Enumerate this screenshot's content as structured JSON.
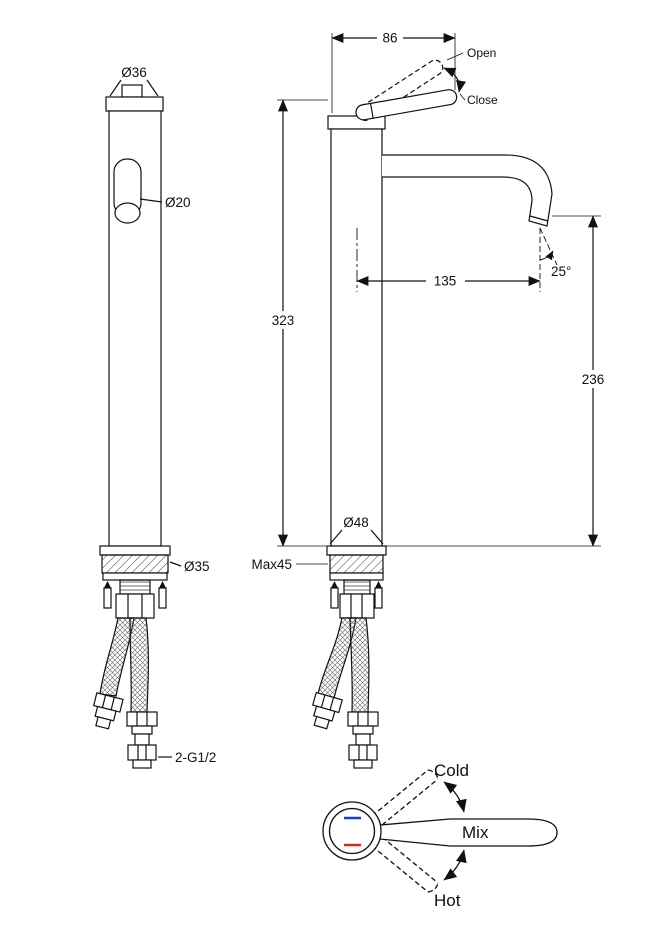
{
  "front_view": {
    "top_diameter": "Ø36",
    "handle_diameter": "Ø20",
    "base_diameter": "Ø35",
    "hose_thread": "2-G1/2"
  },
  "side_view": {
    "handle_length": "86",
    "open_label": "Open",
    "close_label": "Close",
    "total_height": "323",
    "spout_reach": "135",
    "spout_angle": "25°",
    "spout_height": "236",
    "base_diameter": "Ø48",
    "max_deck_thickness": "Max45"
  },
  "top_view": {
    "cold_label": "Cold",
    "mix_label": "Mix",
    "hot_label": "Hot",
    "cold_color": "#1b3ccc",
    "hot_color": "#cc2d1b"
  }
}
